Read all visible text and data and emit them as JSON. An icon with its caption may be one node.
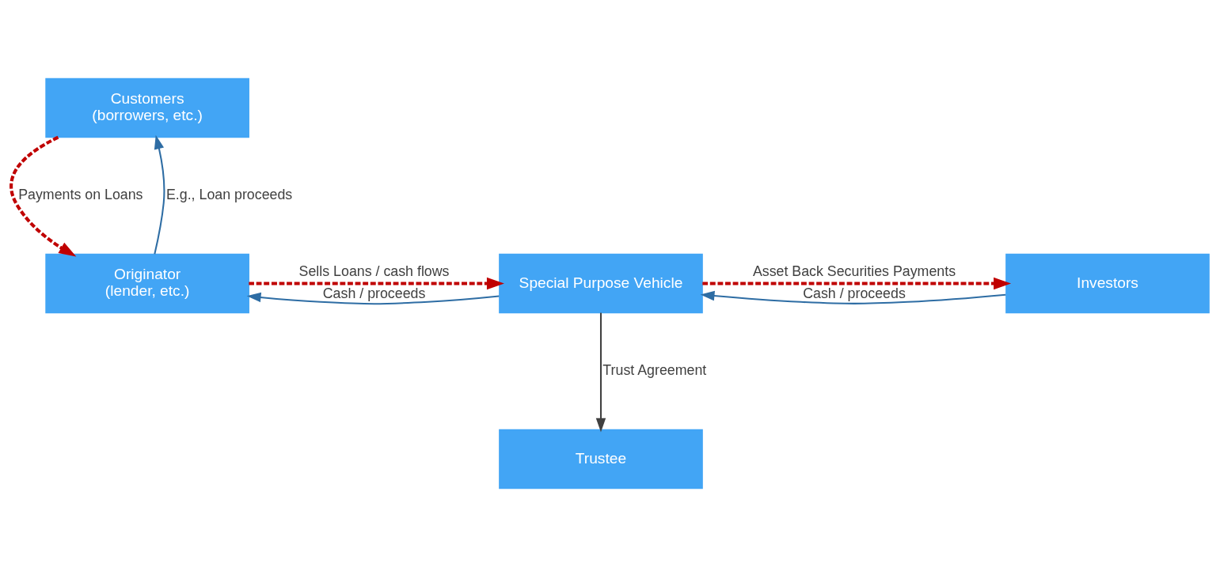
{
  "diagram": {
    "nodes": [
      {
        "text": [
          "Customers",
          "(borrowers, etc.)"
        ]
      },
      {
        "text": [
          "Originator",
          "(lender, etc.)"
        ]
      },
      {
        "text": [
          "Special Purpose Vehicle"
        ]
      },
      {
        "text": [
          "Investors"
        ]
      },
      {
        "text": [
          "Trustee"
        ]
      }
    ],
    "edges": [
      {
        "from": 0,
        "to": 1,
        "arrow": "to",
        "label": "Payments on Loans",
        "style": "dashed",
        "color": "#c00000"
      },
      {
        "from": 1,
        "to": 0,
        "arrow": "to",
        "label": "E.g., Loan proceeds",
        "color": "#2e6da4"
      },
      {
        "from": 2,
        "to": 1,
        "arrow": "to",
        "label": "Cash / proceeds",
        "color": "#2e6da4"
      },
      {
        "from": 1,
        "to": 2,
        "arrow": "to",
        "label": "Sells Loans / cash flows",
        "style": "dashed",
        "color": "#c00000"
      },
      {
        "from": 3,
        "to": 2,
        "arrow": "to",
        "label": "Cash / proceeds",
        "color": "#2e6da4"
      },
      {
        "from": 2,
        "to": 3,
        "arrow": "to",
        "label": "Asset Back Securities Payments",
        "style": "dashed",
        "color": "#c00000"
      },
      {
        "from": 2,
        "to": 4,
        "arrow": "to",
        "label": "Trust Agreement",
        "color": "#404040"
      }
    ]
  }
}
